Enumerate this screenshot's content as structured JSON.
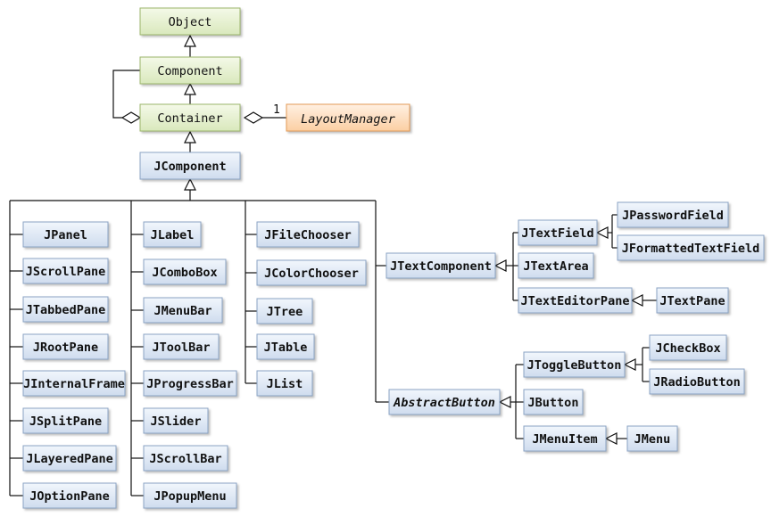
{
  "diagram": {
    "classes": {
      "object": "Object",
      "component": "Component",
      "container": "Container",
      "layout_manager": "LayoutManager",
      "jcomponent": "JComponent",
      "jpanel": "JPanel",
      "jscrollpane": "JScrollPane",
      "jtabbedpane": "JTabbedPane",
      "jrootpane": "JRootPane",
      "jinternalframe": "JInternalFrame",
      "jsplitpane": "JSplitPane",
      "jlayeredpane": "JLayeredPane",
      "joptionpane": "JOptionPane",
      "jlabel": "JLabel",
      "jcombobox": "JComboBox",
      "jmenubar": "JMenuBar",
      "jtoolbar": "JToolBar",
      "jprogressbar": "JProgressBar",
      "jslider": "JSlider",
      "jscrollbar": "JScrollBar",
      "jpopupmenu": "JPopupMenu",
      "jfilechooser": "JFileChooser",
      "jcolorchooser": "JColorChooser",
      "jtree": "JTree",
      "jtable": "JTable",
      "jlist": "JList",
      "jtextcomponent": "JTextComponent",
      "jtextfield": "JTextField",
      "jtextarea": "JTextArea",
      "jtexteditorpane": "JTextEditorPane",
      "jpasswordfield": "JPasswordField",
      "jformattedtextfield": "JFormattedTextField",
      "jtextpane": "JTextPane",
      "abstractbutton": "AbstractButton",
      "jtogglebutton": "JToggleButton",
      "jbutton": "JButton",
      "jmenuitem": "JMenuItem",
      "jcheckbox": "JCheckBox",
      "jradiobutton": "JRadioButton",
      "jmenu": "JMenu"
    },
    "multiplicity": "1",
    "colors": {
      "awt_fill_top": "#f4f9e8",
      "awt_fill_bottom": "#d9e8bc",
      "awt_border": "#9bb56a",
      "swing_fill_top": "#f1f6fc",
      "swing_fill_bottom": "#cfdcee",
      "swing_border": "#8aa3c4",
      "interface_fill_top": "#fff0e2",
      "interface_fill_bottom": "#fbcfa3",
      "interface_border": "#e39a56"
    }
  }
}
